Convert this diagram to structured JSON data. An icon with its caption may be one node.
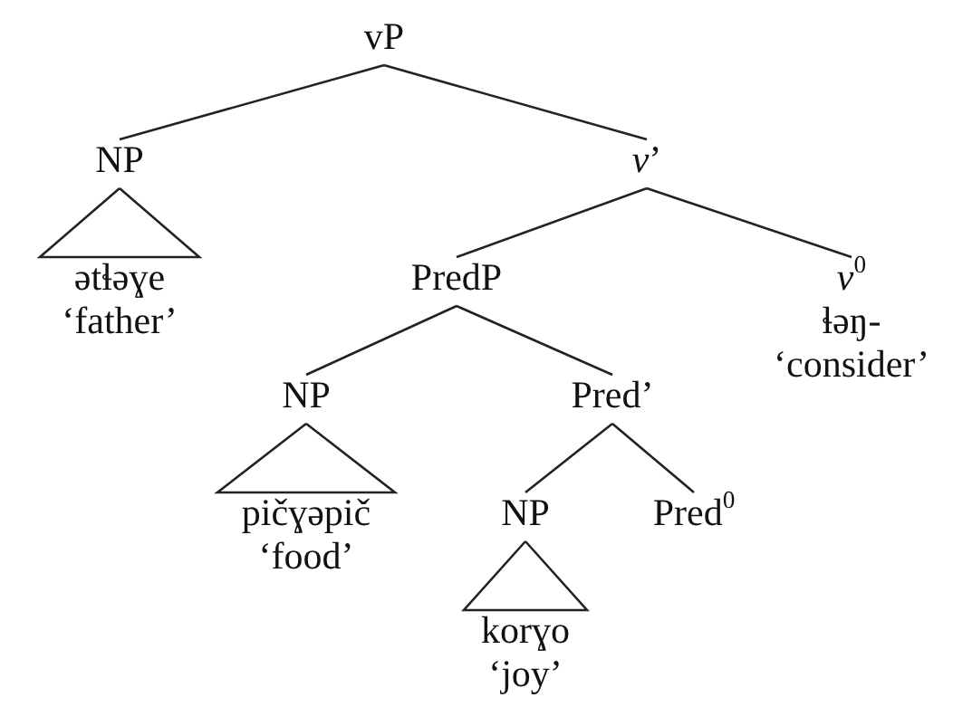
{
  "diagram": {
    "nodes": [
      {
        "text": [
          "vP"
        ]
      },
      {
        "text": [
          "NP"
        ]
      },
      {
        "text": [
          "*v*’"
        ]
      },
      {
        "text": [
          "ətɬəɣe",
          "‘father’"
        ]
      },
      {
        "text": [
          "PredP"
        ]
      },
      {
        "text": [
          "*v*$^{0}$",
          "ɬəŋ-",
          "‘consider’"
        ]
      },
      {
        "text": [
          "NP"
        ]
      },
      {
        "text": [
          "Pred’"
        ]
      },
      {
        "text": [
          "pičɣəpič",
          "‘food’"
        ]
      },
      {
        "text": [
          "NP"
        ]
      },
      {
        "text": [
          "Pred$^{0}$"
        ]
      },
      {
        "text": [
          "korɣo",
          "‘joy’"
        ]
      }
    ],
    "edges": [
      {
        "from": 0,
        "to": 1,
        "arrow": "none"
      },
      {
        "from": 0,
        "to": 2,
        "arrow": "none"
      },
      {
        "from": 1,
        "to": 3,
        "arrow": "none"
      },
      {
        "from": 2,
        "to": 4,
        "arrow": "none"
      },
      {
        "from": 2,
        "to": 5,
        "arrow": "none"
      },
      {
        "from": 4,
        "to": 6,
        "arrow": "none"
      },
      {
        "from": 4,
        "to": 7,
        "arrow": "none"
      },
      {
        "from": 6,
        "to": 8,
        "arrow": "none"
      },
      {
        "from": 7,
        "to": 9,
        "arrow": "none"
      },
      {
        "from": 7,
        "to": 10,
        "arrow": "none"
      },
      {
        "from": 9,
        "to": 11,
        "arrow": "none"
      }
    ]
  }
}
